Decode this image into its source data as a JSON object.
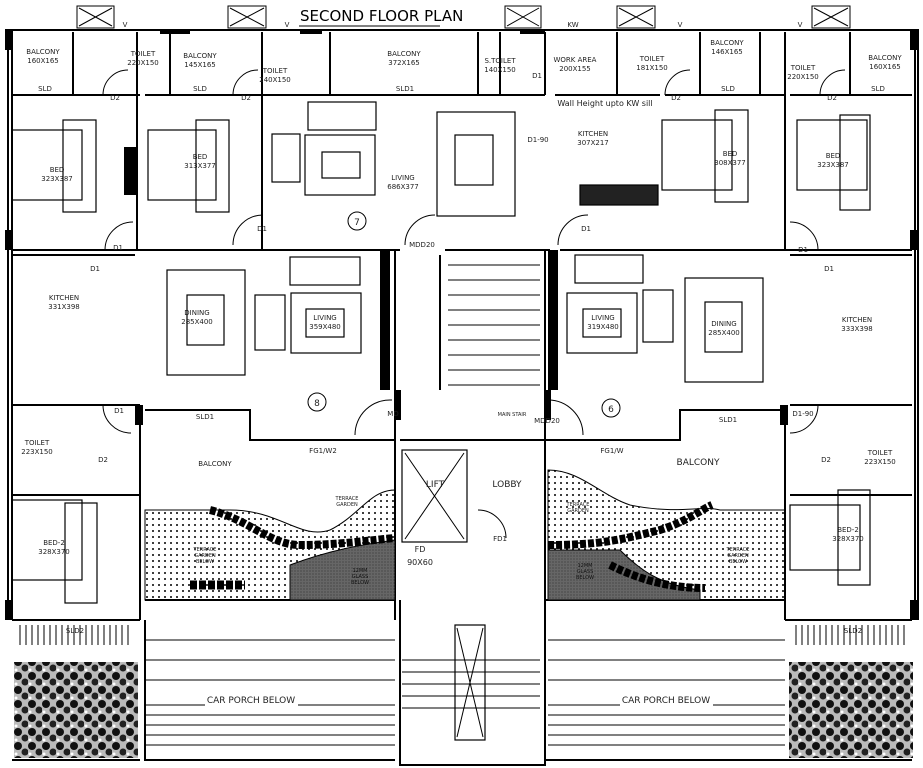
{
  "title": "SECOND FLOOR PLAN",
  "unit_numbers": [
    "7",
    "8",
    "6"
  ],
  "rooms": {
    "balcony_tl": {
      "name": "BALCONY",
      "size": "160X165"
    },
    "toilet_t1": {
      "name": "TOILET",
      "size": "220X150"
    },
    "balcony_t2": {
      "name": "BALCONY",
      "size": "145X165"
    },
    "toilet_t2": {
      "name": "TOILET",
      "size": "240X150"
    },
    "balcony_t3": {
      "name": "BALCONY",
      "size": "372X165"
    },
    "stoilet": {
      "name": "S.TOILET",
      "size": "140X150"
    },
    "work_area": {
      "name": "WORK AREA",
      "size": "200X155"
    },
    "toilet_t3": {
      "name": "TOILET",
      "size": "181X150"
    },
    "balcony_t4": {
      "name": "BALCONY",
      "size": "146X165"
    },
    "toilet_t4": {
      "name": "TOILET",
      "size": "220X150"
    },
    "balcony_tr": {
      "name": "BALCONY",
      "size": "160X165"
    },
    "bed_1": {
      "name": "BED",
      "size": "323X387"
    },
    "bed_2": {
      "name": "BED",
      "size": "313X377"
    },
    "living_7": {
      "name": "LIVING",
      "size": "686X377"
    },
    "kitchen_7": {
      "name": "KITCHEN",
      "size": "307X217"
    },
    "bed_3": {
      "name": "BED",
      "size": "308X377"
    },
    "bed_4": {
      "name": "BED",
      "size": "323X387"
    },
    "kitchen_8": {
      "name": "KITCHEN",
      "size": "331X398"
    },
    "dining_8": {
      "name": "DINING",
      "size": "285X400"
    },
    "living_8": {
      "name": "LIVING",
      "size": "359X480"
    },
    "toilet_8": {
      "name": "TOILET",
      "size": "223X150"
    },
    "bed2_8": {
      "name": "BED-2",
      "size": "328X370"
    },
    "living_6": {
      "name": "LIVING",
      "size": "319X480"
    },
    "dining_6": {
      "name": "DINING",
      "size": "285X400"
    },
    "kitchen_6": {
      "name": "KITCHEN",
      "size": "333X398"
    },
    "toilet_6": {
      "name": "TOILET",
      "size": "223X150"
    },
    "bed2_6": {
      "name": "BED-2",
      "size": "328X370"
    }
  },
  "notes": {
    "wall_height": "Wall Height upto KW sill",
    "balcony": "BALCONY",
    "lift": "LIFT",
    "lobby": "LOBBY",
    "main_stair": "MAIN STAIR",
    "fd": "FD",
    "fd_size": "90X60",
    "fd1": "FD1",
    "md": "MD",
    "md_d20": "MDD20",
    "terrace": [
      "TERRACE",
      "GARDEN"
    ],
    "terrace_below": [
      "TERRACE",
      "GARDEN",
      "BELOW"
    ],
    "glass_below": [
      "12MM",
      "GLASS",
      "BELOW"
    ],
    "car_porch": "CAR PORCH BELOW"
  },
  "tags": {
    "sld": "SLD",
    "sld1": "SLD1",
    "sld2": "SLD2",
    "d1": "D1",
    "d2": "D2",
    "d1_90": "D1-90",
    "kw": "KW",
    "v": "V",
    "fg1w2": "FG1/W2",
    "fg1w": "FG1/W"
  },
  "colors": {
    "line": "#000000",
    "background": "#ffffff",
    "glass": "#555555"
  }
}
